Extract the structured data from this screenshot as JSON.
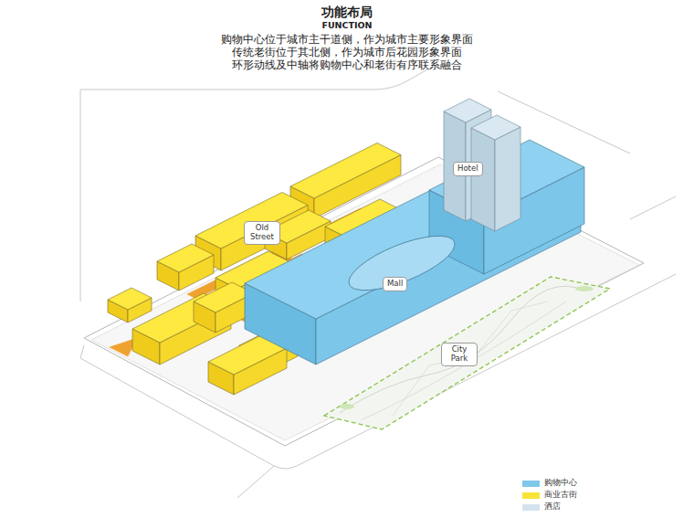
{
  "diagram": {
    "title": "功能布局",
    "nodes": [
      {
        "text": [
          "Hotel"
        ]
      },
      {
        "text": [
          "Old Street"
        ]
      },
      {
        "text": [
          "Mall"
        ]
      },
      {
        "text": [
          "City Park"
        ]
      }
    ],
    "labels": [
      "FUNCTION",
      "购物中心位于城市主干道侧，作为城市主要形象界面",
      "传统老街位于其北侧，作为城市后花园形象界面",
      "环形动线及中轴将购物中心和老街有序联系融合"
    ],
    "legend": [
      {
        "text": "购物中心",
        "color": "#7fc8ea"
      },
      {
        "text": "商业古街",
        "color": "#f8e437"
      },
      {
        "text": "酒店",
        "color": "#d3e3ee"
      }
    ]
  }
}
